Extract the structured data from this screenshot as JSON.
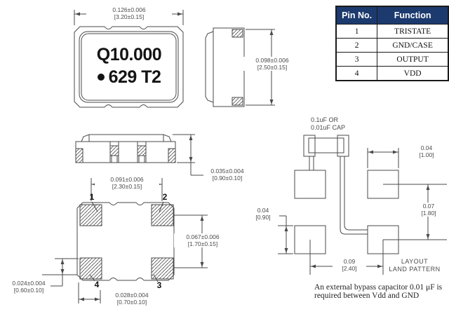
{
  "drawing": {
    "package_marking": {
      "line1": "Q10.000",
      "line2": "629 T2"
    },
    "dims": {
      "body_width": {
        "inch": "0.126±0.006",
        "mm": "[3.20±0.15]"
      },
      "body_height": {
        "inch": "0.098±0.006",
        "mm": "[2.50±0.15]"
      },
      "base_thickness": {
        "inch": "0.035±0.004",
        "mm": "[0.90±0.10]"
      },
      "pad_pitch_x": {
        "inch": "0.091±0.006",
        "mm": "[2.30±0.15]"
      },
      "pad_pitch_y": {
        "inch": "0.067±0.006",
        "mm": "[1.70±0.15]"
      },
      "pad_offset": {
        "inch": "0.024±0.004",
        "mm": "[0.60±0.10]"
      },
      "pad_width": {
        "inch": "0.028±0.004",
        "mm": "[0.70±0.10]"
      }
    },
    "pins": {
      "p1": "1",
      "p2": "2",
      "p3": "3",
      "p4": "4"
    }
  },
  "pin_table": {
    "headers": [
      "Pin No.",
      "Function"
    ],
    "rows": [
      [
        "1",
        "TRISTATE"
      ],
      [
        "2",
        "GND/CASE"
      ],
      [
        "3",
        "OUTPUT"
      ],
      [
        "4",
        "VDD"
      ]
    ],
    "header_bg": "#1c3a6e"
  },
  "land_pattern": {
    "cap_label": {
      "line1": "0.1uF OR",
      "line2": "0.01uF CAP"
    },
    "dims": {
      "pad_size_x": {
        "inch": "0.04",
        "mm": "[1.00]"
      },
      "pitch_y": {
        "inch": "0.07",
        "mm": "[1.80]"
      },
      "pad_size_y": {
        "inch": "0.04",
        "mm": "[0.90]"
      },
      "pitch_x": {
        "inch": "0.09",
        "mm": "[2.40]"
      }
    },
    "caption": {
      "line1": "LAYOUT",
      "line2": "LAND PATTERN"
    }
  },
  "note": {
    "line1": "An external bypass capacitor 0.01 μF is",
    "line2": "required between Vdd and GND"
  }
}
